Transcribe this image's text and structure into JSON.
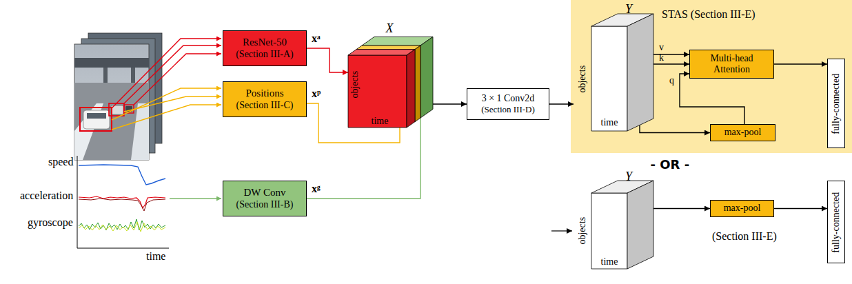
{
  "diagram": {
    "nodes": [
      {
        "text": [
          "ResNet-50",
          "(Section III-A)"
        ]
      },
      {
        "text": [
          "Positions",
          "(Section III-C)"
        ]
      },
      {
        "text": [
          "DW Conv",
          "(Section III-B)"
        ]
      },
      {
        "text": [
          "X",
          "objects",
          "time"
        ]
      },
      {
        "text": [
          "3 × 1 Conv2d",
          "(Section III-D)"
        ]
      },
      {
        "text": [
          "STAS (Section III-E)"
        ]
      },
      {
        "text": [
          "Y",
          "objects",
          "time"
        ],
        "in": 5
      },
      {
        "text": [
          "Multi-head Attention"
        ],
        "in": 5
      },
      {
        "text": [
          "max-pool"
        ],
        "in": 5
      },
      {
        "text": [
          "fully-connected"
        ],
        "in": 5
      },
      {
        "text": [
          "Y",
          "objects",
          "time"
        ]
      },
      {
        "text": [
          "max-pool"
        ]
      },
      {
        "text": [
          "fully-connected"
        ]
      }
    ],
    "edges": [
      {
        "from": 0,
        "to": 3,
        "label": "xᵃ",
        "arrow": "to"
      },
      {
        "from": 1,
        "to": 3,
        "label": "xᵖ",
        "arrow": "none"
      },
      {
        "from": 2,
        "to": 3,
        "label": "xᵍ",
        "arrow": "none"
      },
      {
        "from": 3,
        "to": 4,
        "arrow": "to"
      },
      {
        "from": 4,
        "to": 6,
        "arrow": "to"
      },
      {
        "from": 6,
        "to": 7,
        "label": "v",
        "arrow": "to"
      },
      {
        "from": 6,
        "to": 7,
        "label": "k",
        "arrow": "to"
      },
      {
        "from": 8,
        "to": 7,
        "label": "q",
        "arrow": "to"
      },
      {
        "from": 6,
        "to": 8,
        "arrow": "to"
      },
      {
        "from": 7,
        "to": 9,
        "arrow": "to"
      },
      {
        "from": 10,
        "to": 11,
        "arrow": "to"
      },
      {
        "from": 11,
        "to": 12,
        "arrow": "to"
      }
    ],
    "labels": [
      "speed",
      "acceleration",
      "gyroscope",
      "time",
      "- OR -",
      "(Section III-E)"
    ]
  }
}
